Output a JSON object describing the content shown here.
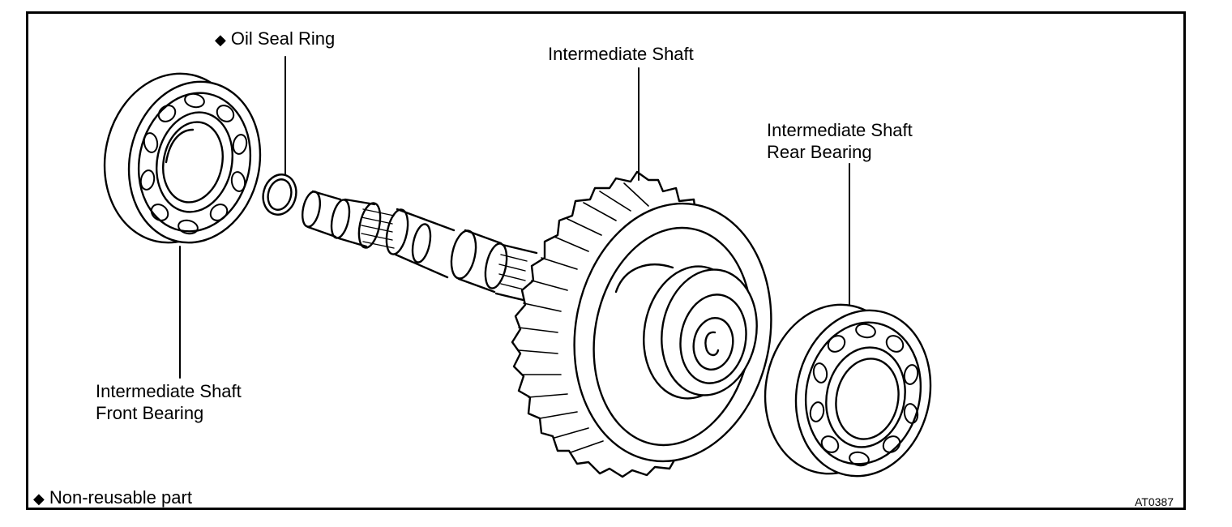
{
  "labels": {
    "oil_seal_ring": "Oil Seal Ring",
    "intermediate_shaft": "Intermediate Shaft",
    "rear_bearing_line1": "Intermediate Shaft",
    "rear_bearing_line2": "Rear Bearing",
    "front_bearing_line1": "Intermediate Shaft",
    "front_bearing_line2": "Front Bearing"
  },
  "legend": {
    "marker": "◆",
    "text": "Non-reusable part"
  },
  "reference_code": "AT0387",
  "icons": {
    "non_reusable_marker": "diamond-icon"
  }
}
